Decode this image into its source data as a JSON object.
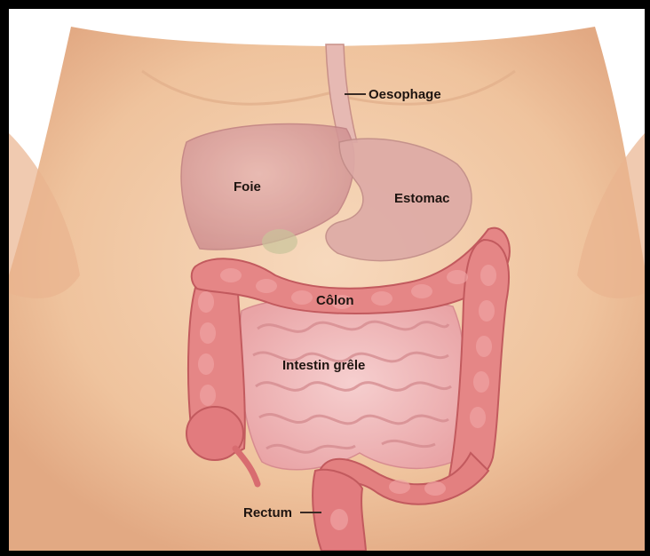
{
  "labels": {
    "oesophage": "Oesophage",
    "foie": "Foie",
    "estomac": "Estomac",
    "colon": "Côlon",
    "intestin": "Intestin grêle",
    "rectum": "Rectum"
  },
  "colors": {
    "skin": "#f2cba6",
    "skin_shadow": "#dca07c",
    "liver": "#d79a98",
    "stomach": "#d9a7a3",
    "colon": "#e07c7c",
    "colon_dark": "#c85a5c",
    "small_intestine": "#f0b8b8",
    "frame": "#000000"
  }
}
